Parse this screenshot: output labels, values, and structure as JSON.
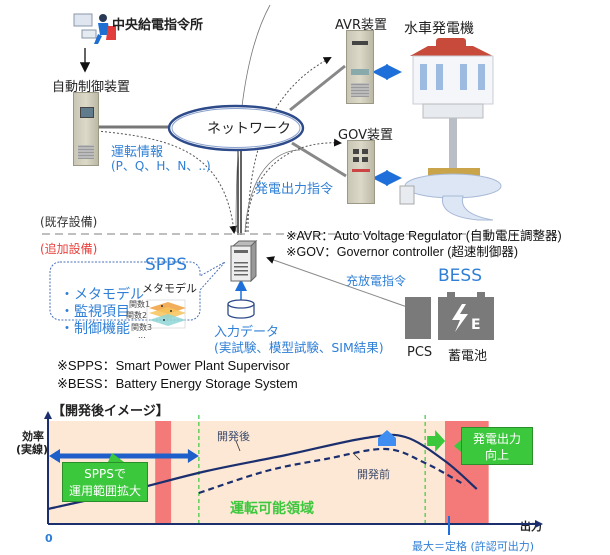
{
  "top": {
    "dispatch_center": "中央給電指令所",
    "auto_control": "自動制御装置",
    "avr_device": "AVR装置",
    "gov_device": "GOV装置",
    "generator": "水車発電機",
    "network": "ネットワーク",
    "operation_info": "運転情報",
    "operation_params": "(P、Q、H、N、..)",
    "output_command": "発電出力指令"
  },
  "boundary": {
    "existing": "(既存設備)",
    "added": "(追加設備)"
  },
  "notes": {
    "avr": "※AVR：Auto Voltage Regulator (自動電圧調整器)",
    "gov": "※GOV：Governor controller (超速制御器)",
    "spps": "※SPPS：Smart Power Plant Supervisor",
    "bess": "※BESS：Battery Energy Storage System"
  },
  "spps": {
    "title": "SPPS",
    "bullets": [
      "・メタモデル",
      "・監視項目",
      "・制御機能"
    ],
    "metamodel_title": "メタモデル",
    "functions": [
      "関数1",
      "関数2",
      "関数3",
      "..."
    ],
    "input_data": "入力データ",
    "input_sources": "(実試験、模型試験、SIM結果)"
  },
  "bess": {
    "title": "BESS",
    "charge_command": "充放電指令",
    "pcs": "PCS",
    "battery": "蓄電池",
    "battery_icon_letter": "E"
  },
  "colors": {
    "accent_blue": "#2f7fd6",
    "navy": "#1b2f6e",
    "green_box": "#3cc83c",
    "green_text": "#3cc83c",
    "red_band": "#f47a7a",
    "area_fill": "#fde8d6",
    "arrow_blue": "#1e5fc9"
  },
  "chart_data": {
    "type": "line",
    "title": "【開発後イメージ】",
    "ylabel": [
      "効率",
      "(実線)"
    ],
    "xlabel": "出力",
    "origin_label": "0",
    "xlim": [
      0,
      1.2
    ],
    "ylim": [
      0,
      1
    ],
    "grid": false,
    "region_label": "運転可能領域",
    "rated_label": "最大＝定格 (許認可出力)",
    "rated_x": 1.0,
    "series": [
      {
        "name": "開発後",
        "style": "solid",
        "x": [
          0.0,
          0.2,
          0.4,
          0.6,
          0.8,
          0.9,
          1.0,
          1.08
        ],
        "y": [
          0.14,
          0.32,
          0.52,
          0.68,
          0.85,
          0.86,
          0.62,
          0.34
        ]
      },
      {
        "name": "開発前",
        "style": "dashed",
        "x": [
          0.38,
          0.55,
          0.7,
          0.85,
          0.95,
          1.05
        ],
        "y": [
          0.3,
          0.52,
          0.64,
          0.74,
          0.6,
          0.38
        ]
      }
    ],
    "annotations": [
      {
        "text": "SPPSで",
        "text2": "運用範囲拡大",
        "kind": "callout-green"
      },
      {
        "text": "発電出力",
        "text2": "向上",
        "kind": "callout-green"
      }
    ],
    "bands": [
      {
        "name": "lower-limit-band",
        "x_from": 0.27,
        "x_to": 0.31
      },
      {
        "name": "upper-limit-band",
        "x_from": 1.0,
        "x_to": 1.11
      }
    ],
    "operable_range_before": {
      "from": 0.38,
      "to": 0.95
    },
    "operable_range_after": {
      "from": 0.0,
      "to": 0.38
    }
  }
}
